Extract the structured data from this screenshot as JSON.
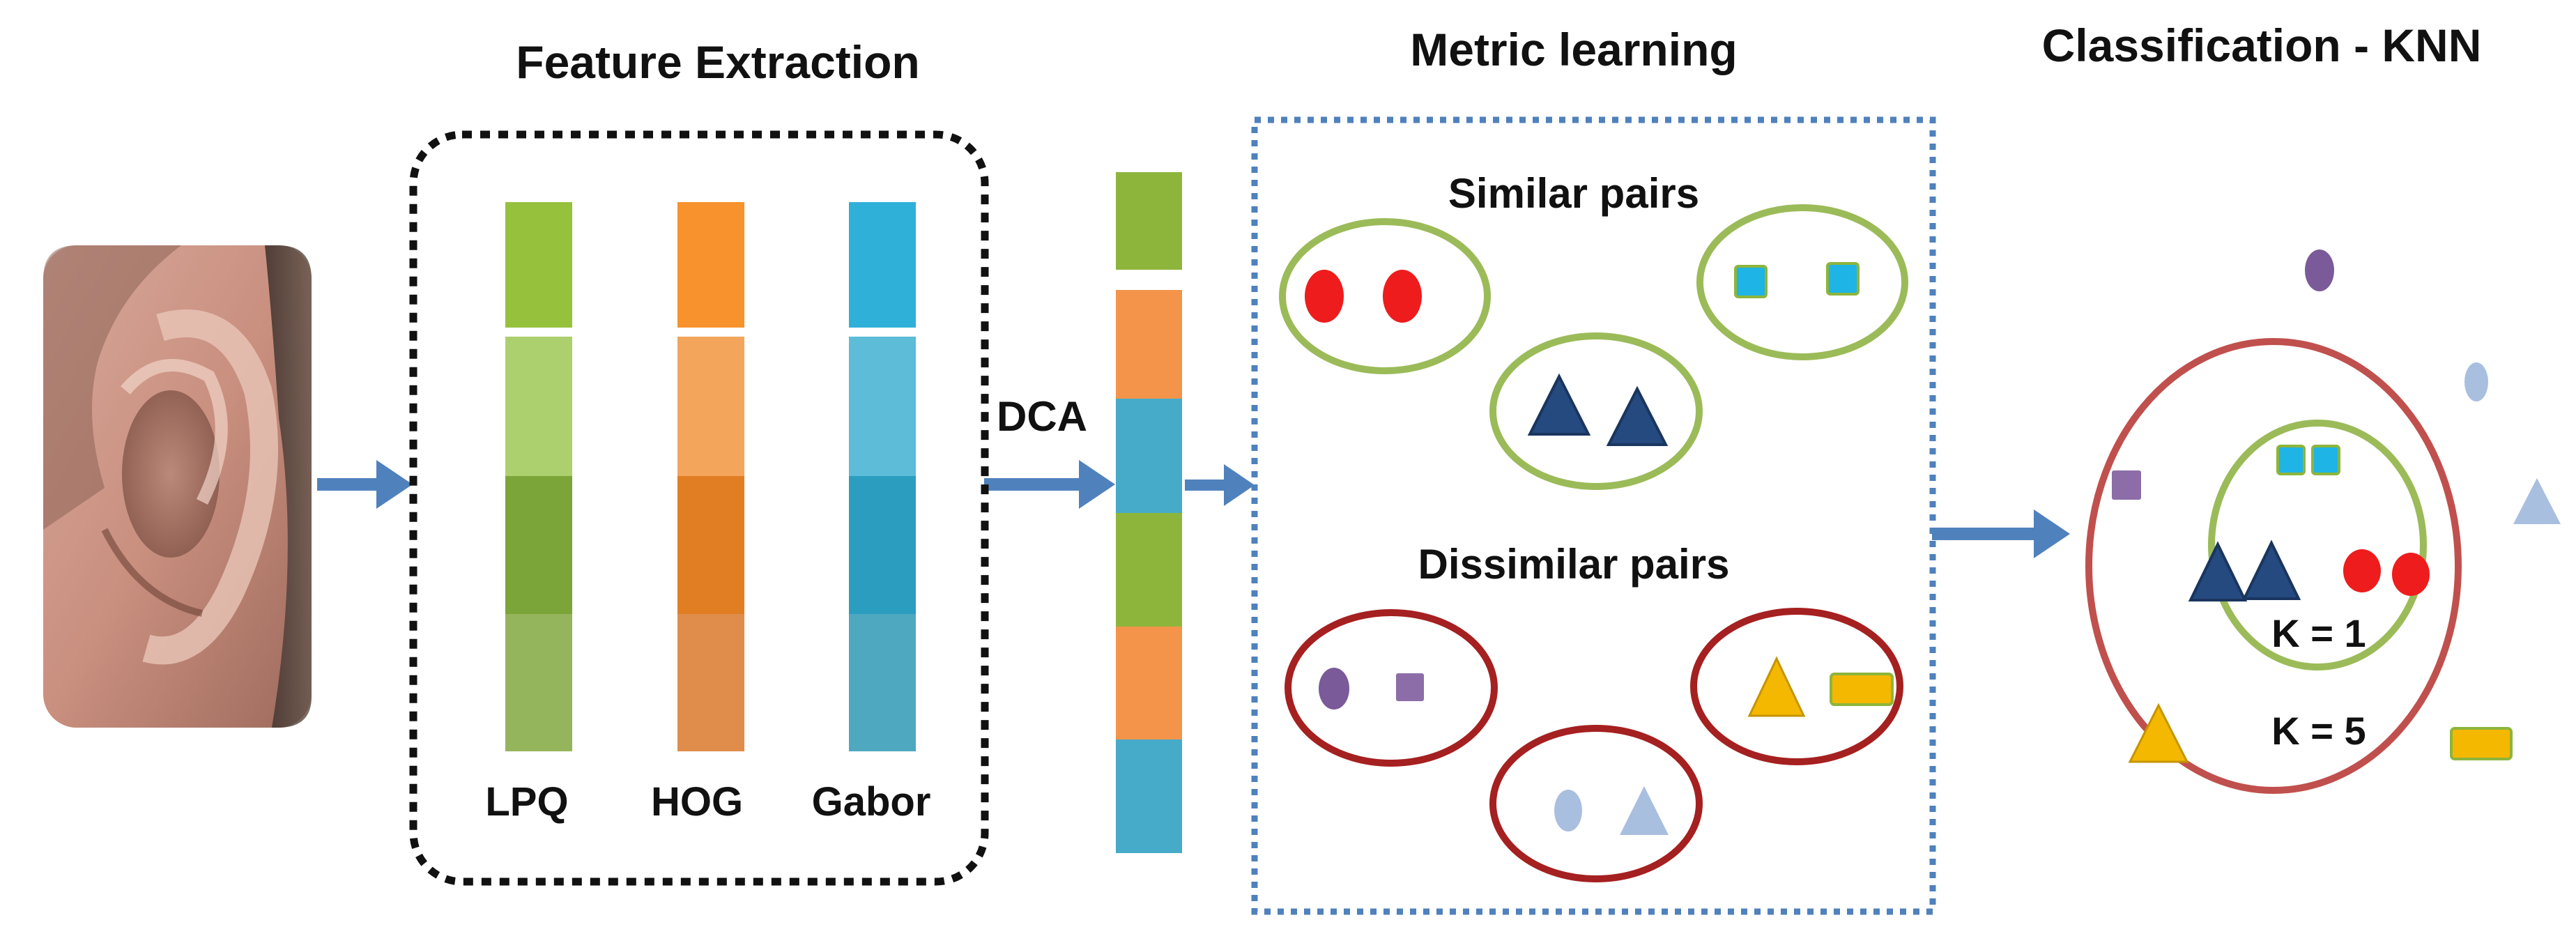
{
  "sections": {
    "feature_extraction": "Feature Extraction",
    "metric_learning": "Metric learning",
    "classification": "Classification - KNN"
  },
  "features": {
    "lpq": "LPQ",
    "hog": "HOG",
    "gabor": "Gabor"
  },
  "dca_label": "DCA",
  "metric": {
    "similar": "Similar pairs",
    "dissimilar": "Dissimilar pairs"
  },
  "knn": {
    "k1": "K = 1",
    "k5": "K = 5"
  },
  "colors": {
    "arrow": "#4f81bd",
    "green_bar": "#8db53c",
    "orange_bar": "#f39030",
    "blue_bar": "#3fb0d3",
    "red": "#ee1c1c",
    "navy_triangle": "#254a80",
    "cyan_square": "#1eb4e6",
    "purple": "#7a5a98",
    "gold": "#f5b800",
    "light_blue": "#a9bfdf",
    "green_ring": "#9bbb59",
    "red_ring": "#a52020",
    "knn_outer_ring": "#c0504d"
  },
  "icons": {
    "ear_photo": "ear-photo",
    "arrow": "right-arrow-icon"
  }
}
